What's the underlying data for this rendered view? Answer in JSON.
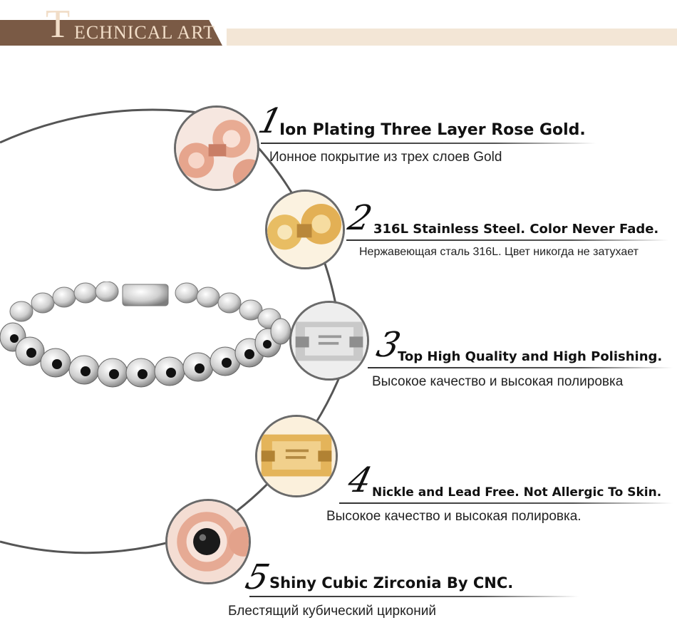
{
  "header": {
    "title_initial": "T",
    "title_rest": "ECHNICAL ART"
  },
  "features": [
    {
      "number": "1",
      "title": "Ion Plating Three Layer Rose Gold.",
      "subtitle": "Ионное покрытие из трех слоев Gold"
    },
    {
      "number": "2",
      "title": "316L Stainless Steel. Color Never Fade.",
      "subtitle": "Нержавеющая сталь 316L. Цвет никогда не затухает"
    },
    {
      "number": "3",
      "title": "Top High Quality and High Polishing.",
      "subtitle": "Высокое качество и высокая полировка"
    },
    {
      "number": "4",
      "title": "Nickle and Lead Free. Not Allergic To Skin.",
      "subtitle": "Высокое качество и высокая полировка."
    },
    {
      "number": "5",
      "title": "Shiny Cubic Zirconia By CNC.",
      "subtitle": "Блестящий кубический цирконий"
    }
  ],
  "colors": {
    "banner_dark": "#7a5a45",
    "banner_light": "#f3e6d6",
    "rose_gold": "#e8a890",
    "gold": "#e6b85c",
    "steel": "#c8c8c8"
  }
}
